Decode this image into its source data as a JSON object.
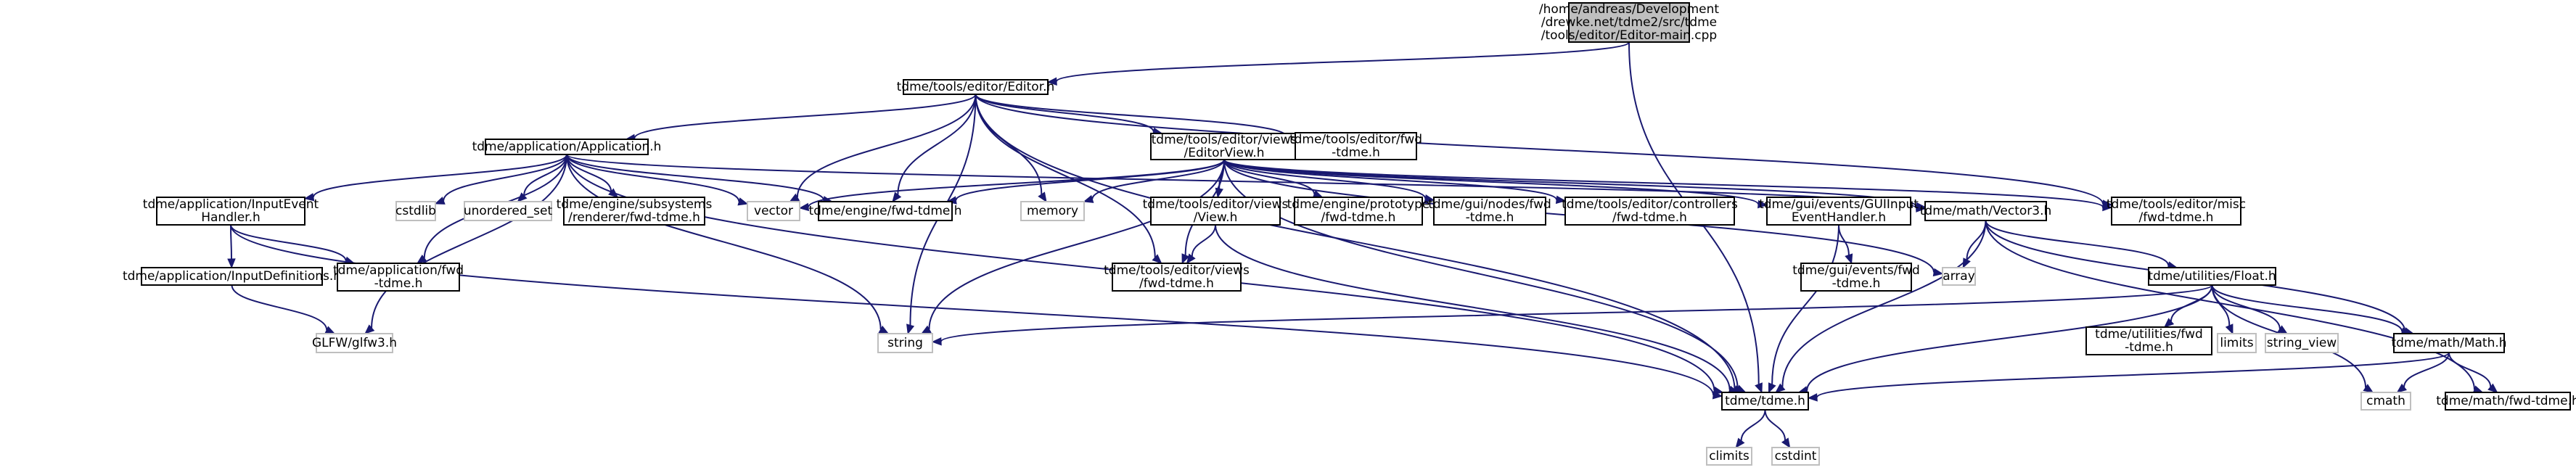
{
  "diagram": {
    "nodes": {
      "root": {
        "lines": [
          "/home/andreas/Development",
          "/drewke.net/tdme2/src/tdme",
          "/tools/editor/Editor-main.cpp"
        ],
        "style": "root"
      },
      "editor_h": {
        "lines": [
          "tdme/tools/editor/Editor.h"
        ],
        "style": "main"
      },
      "app_h": {
        "lines": [
          "tdme/application/Application.h"
        ],
        "style": "main"
      },
      "editorview_h": {
        "lines": [
          "tdme/tools/editor/views",
          "/EditorView.h"
        ],
        "style": "main"
      },
      "editor_fwd": {
        "lines": [
          "tdme/tools/editor/fwd",
          "-tdme.h"
        ],
        "style": "main"
      },
      "inputevent_h": {
        "lines": [
          "tdme/application/InputEvent",
          "Handler.h"
        ],
        "style": "main"
      },
      "cstdlib": {
        "lines": [
          "cstdlib"
        ],
        "style": "sys"
      },
      "unordered_set": {
        "lines": [
          "unordered_set"
        ],
        "style": "sys"
      },
      "renderer_fwd": {
        "lines": [
          "tdme/engine/subsystems",
          "/renderer/fwd-tdme.h"
        ],
        "style": "main"
      },
      "vector": {
        "lines": [
          "vector"
        ],
        "style": "sys"
      },
      "engine_fwd": {
        "lines": [
          "tdme/engine/fwd-tdme.h"
        ],
        "style": "main"
      },
      "memory": {
        "lines": [
          "memory"
        ],
        "style": "sys"
      },
      "view_h": {
        "lines": [
          "tdme/tools/editor/views",
          "/View.h"
        ],
        "style": "main"
      },
      "prototype_fwd": {
        "lines": [
          "tdme/engine/prototype",
          "/fwd-tdme.h"
        ],
        "style": "main"
      },
      "guinodes_fwd": {
        "lines": [
          "tdme/gui/nodes/fwd",
          "-tdme.h"
        ],
        "style": "main"
      },
      "controllers_fwd": {
        "lines": [
          "tdme/tools/editor/controllers",
          "/fwd-tdme.h"
        ],
        "style": "main"
      },
      "guiinput_h": {
        "lines": [
          "tdme/gui/events/GUIInput",
          "EventHandler.h"
        ],
        "style": "main"
      },
      "vector3_h": {
        "lines": [
          "tdme/math/Vector3.h"
        ],
        "style": "main"
      },
      "misc_fwd": {
        "lines": [
          "tdme/tools/editor/misc",
          "/fwd-tdme.h"
        ],
        "style": "main"
      },
      "inputdefs_h": {
        "lines": [
          "tdme/application/InputDefinitions.h"
        ],
        "style": "main"
      },
      "app_fwd": {
        "lines": [
          "tdme/application/fwd",
          "-tdme.h"
        ],
        "style": "main"
      },
      "views_fwd": {
        "lines": [
          "tdme/tools/editor/views",
          "/fwd-tdme.h"
        ],
        "style": "main"
      },
      "events_fwd": {
        "lines": [
          "tdme/gui/events/fwd",
          "-tdme.h"
        ],
        "style": "main"
      },
      "array": {
        "lines": [
          "array"
        ],
        "style": "sys"
      },
      "float_h": {
        "lines": [
          "tdme/utilities/Float.h"
        ],
        "style": "main"
      },
      "glfw": {
        "lines": [
          "GLFW/glfw3.h"
        ],
        "style": "sys"
      },
      "string": {
        "lines": [
          "string"
        ],
        "style": "sys"
      },
      "utilities_fwd": {
        "lines": [
          "tdme/utilities/fwd",
          "-tdme.h"
        ],
        "style": "main"
      },
      "limits": {
        "lines": [
          "limits"
        ],
        "style": "sys"
      },
      "string_view": {
        "lines": [
          "string_view"
        ],
        "style": "sys"
      },
      "math_h": {
        "lines": [
          "tdme/math/Math.h"
        ],
        "style": "main"
      },
      "tdme_h": {
        "lines": [
          "tdme/tdme.h"
        ],
        "style": "main"
      },
      "cmath": {
        "lines": [
          "cmath"
        ],
        "style": "sys"
      },
      "math_fwd": {
        "lines": [
          "tdme/math/fwd-tdme.h"
        ],
        "style": "main"
      },
      "climits": {
        "lines": [
          "climits"
        ],
        "style": "sys"
      },
      "cstdint": {
        "lines": [
          "cstdint"
        ],
        "style": "sys"
      }
    },
    "edges": [
      [
        "root",
        "editor_h"
      ],
      [
        "root",
        "tdme_h"
      ],
      [
        "editor_h",
        "app_h"
      ],
      [
        "editor_h",
        "editorview_h"
      ],
      [
        "editor_h",
        "editor_fwd"
      ],
      [
        "editor_h",
        "misc_fwd"
      ],
      [
        "editor_h",
        "vector"
      ],
      [
        "editor_h",
        "engine_fwd"
      ],
      [
        "editor_h",
        "memory"
      ],
      [
        "editor_h",
        "views_fwd"
      ],
      [
        "editor_h",
        "string"
      ],
      [
        "editor_h",
        "tdme_h"
      ],
      [
        "app_h",
        "inputevent_h"
      ],
      [
        "app_h",
        "cstdlib"
      ],
      [
        "app_h",
        "unordered_set"
      ],
      [
        "app_h",
        "renderer_fwd"
      ],
      [
        "app_h",
        "vector"
      ],
      [
        "app_h",
        "engine_fwd"
      ],
      [
        "app_h",
        "app_fwd"
      ],
      [
        "app_h",
        "glfw"
      ],
      [
        "app_h",
        "string"
      ],
      [
        "app_h",
        "tdme_h"
      ],
      [
        "app_h",
        "vector3_h"
      ],
      [
        "inputevent_h",
        "inputdefs_h"
      ],
      [
        "inputevent_h",
        "app_fwd"
      ],
      [
        "inputevent_h",
        "tdme_h"
      ],
      [
        "inputdefs_h",
        "glfw"
      ],
      [
        "editorview_h",
        "vector"
      ],
      [
        "editorview_h",
        "engine_fwd"
      ],
      [
        "editorview_h",
        "memory"
      ],
      [
        "editorview_h",
        "view_h"
      ],
      [
        "editorview_h",
        "prototype_fwd"
      ],
      [
        "editorview_h",
        "guinodes_fwd"
      ],
      [
        "editorview_h",
        "controllers_fwd"
      ],
      [
        "editorview_h",
        "guiinput_h"
      ],
      [
        "editorview_h",
        "vector3_h"
      ],
      [
        "editorview_h",
        "misc_fwd"
      ],
      [
        "editorview_h",
        "views_fwd"
      ],
      [
        "editorview_h",
        "string"
      ],
      [
        "editorview_h",
        "tdme_h"
      ],
      [
        "editorview_h",
        "array"
      ],
      [
        "view_h",
        "views_fwd"
      ],
      [
        "view_h",
        "tdme_h"
      ],
      [
        "guiinput_h",
        "events_fwd"
      ],
      [
        "guiinput_h",
        "tdme_h"
      ],
      [
        "vector3_h",
        "array"
      ],
      [
        "vector3_h",
        "float_h"
      ],
      [
        "vector3_h",
        "math_h"
      ],
      [
        "vector3_h",
        "math_fwd"
      ],
      [
        "vector3_h",
        "tdme_h"
      ],
      [
        "float_h",
        "string"
      ],
      [
        "float_h",
        "utilities_fwd"
      ],
      [
        "float_h",
        "limits"
      ],
      [
        "float_h",
        "string_view"
      ],
      [
        "float_h",
        "math_h"
      ],
      [
        "float_h",
        "cmath"
      ],
      [
        "float_h",
        "tdme_h"
      ],
      [
        "math_h",
        "cmath"
      ],
      [
        "math_h",
        "math_fwd"
      ],
      [
        "math_h",
        "tdme_h"
      ],
      [
        "tdme_h",
        "climits"
      ],
      [
        "tdme_h",
        "cstdint"
      ]
    ]
  }
}
